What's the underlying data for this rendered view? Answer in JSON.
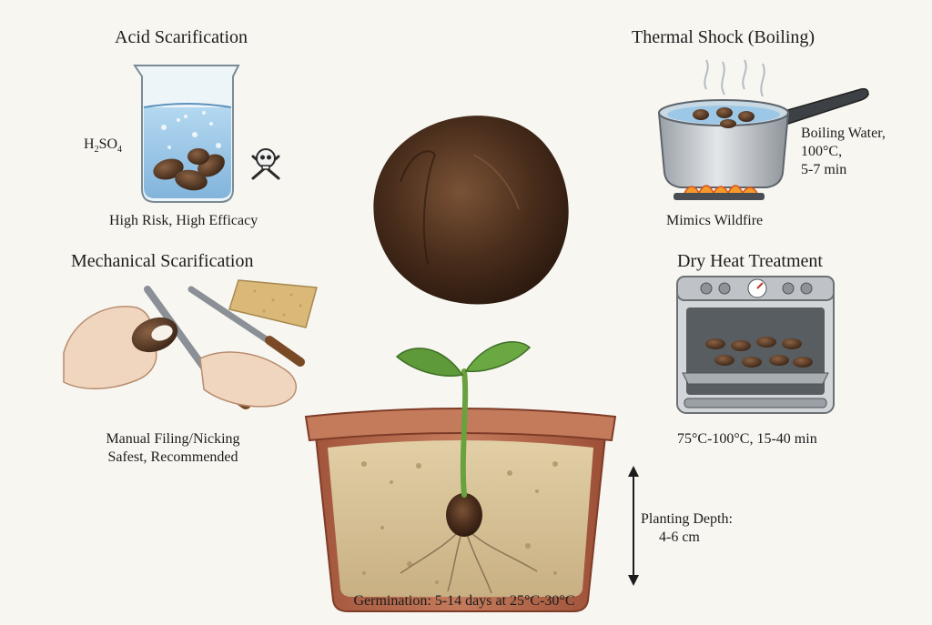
{
  "acid": {
    "title": "Acid Scarification",
    "formula_base": "H",
    "formula_sub1": "2",
    "formula_mid": "SO",
    "formula_sub2": "4",
    "caption": "High Risk, High Efficacy"
  },
  "thermal": {
    "title": "Thermal Shock (Boiling)",
    "note_line1": "Boiling Water,",
    "note_line2": "100°C,",
    "note_line3": "5-7 min",
    "caption": "Mimics Wildfire"
  },
  "mechanical": {
    "title": "Mechanical Scarification",
    "caption_line1": "Manual Filing/Nicking",
    "caption_line2": "Safest, Recommended"
  },
  "dry_heat": {
    "title": "Dry Heat Treatment",
    "caption": "75°C-100°C, 15-40 min"
  },
  "planting": {
    "depth_line1": "Planting Depth:",
    "depth_line2": "4-6 cm",
    "germination": "Germination: 5-14 days at 25°C-30°C"
  },
  "colors": {
    "background": "#f7f6f1",
    "seed_brown": "#4a2e1c",
    "water_blue": "#8fc3e6",
    "pot_terracotta": "#b8674a",
    "leaf_green": "#5f9a3a"
  }
}
